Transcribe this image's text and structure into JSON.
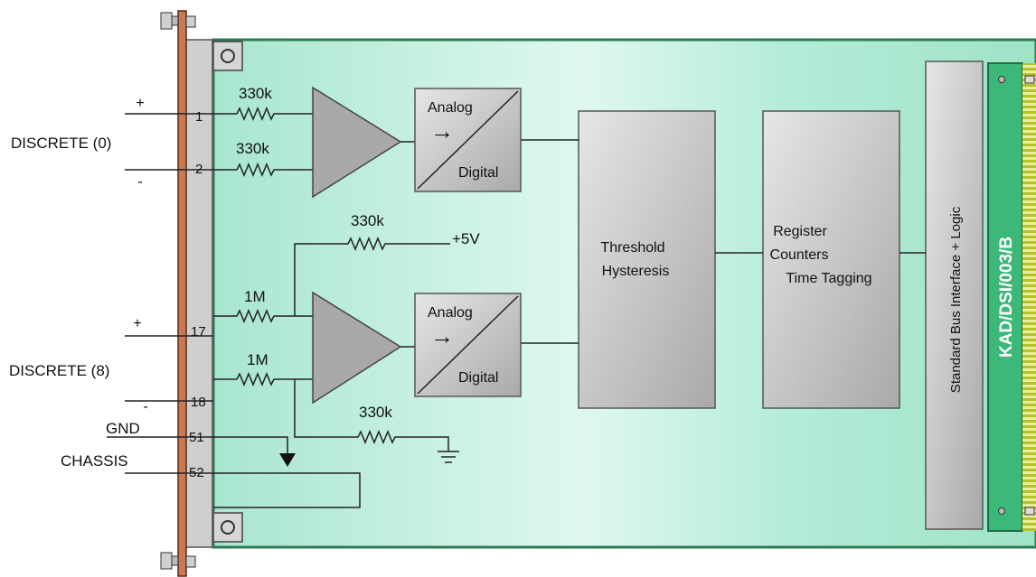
{
  "card_id": "KAD/DSI/003/B",
  "inputs": [
    {
      "label": "DISCRETE (0)",
      "plus": "+",
      "minus": "-",
      "pin_a": "1",
      "pin_b": "2",
      "resistor_a": "330k",
      "resistor_b": "330k"
    },
    {
      "label": "DISCRETE (8)",
      "plus": "+",
      "minus": "-",
      "pin_a": "17",
      "pin_b": "18",
      "resistor_a": "1M",
      "resistor_b": "1M"
    }
  ],
  "pullup": {
    "resistor": "330k",
    "supply": "+5V"
  },
  "pulldown": {
    "resistor": "330k"
  },
  "gnd": {
    "label": "GND",
    "pin": "51"
  },
  "chassis": {
    "label": "CHASSIS",
    "pin": "52"
  },
  "adc": {
    "top_label": "Analog",
    "bottom_label": "Digital",
    "arrow": "→"
  },
  "blocks": {
    "threshold": [
      "Threshold",
      "Hysteresis"
    ],
    "register": [
      "Register",
      "Counters",
      "Time Tagging"
    ],
    "bus": "Standard Bus Interface + Logic"
  },
  "colors": {
    "board": "#bfeede",
    "block": "#c4c4c4",
    "panel": "#cfcfcf",
    "frontplate": "#c87a55",
    "connector": "#3cb878",
    "pins": "#c9d640"
  }
}
